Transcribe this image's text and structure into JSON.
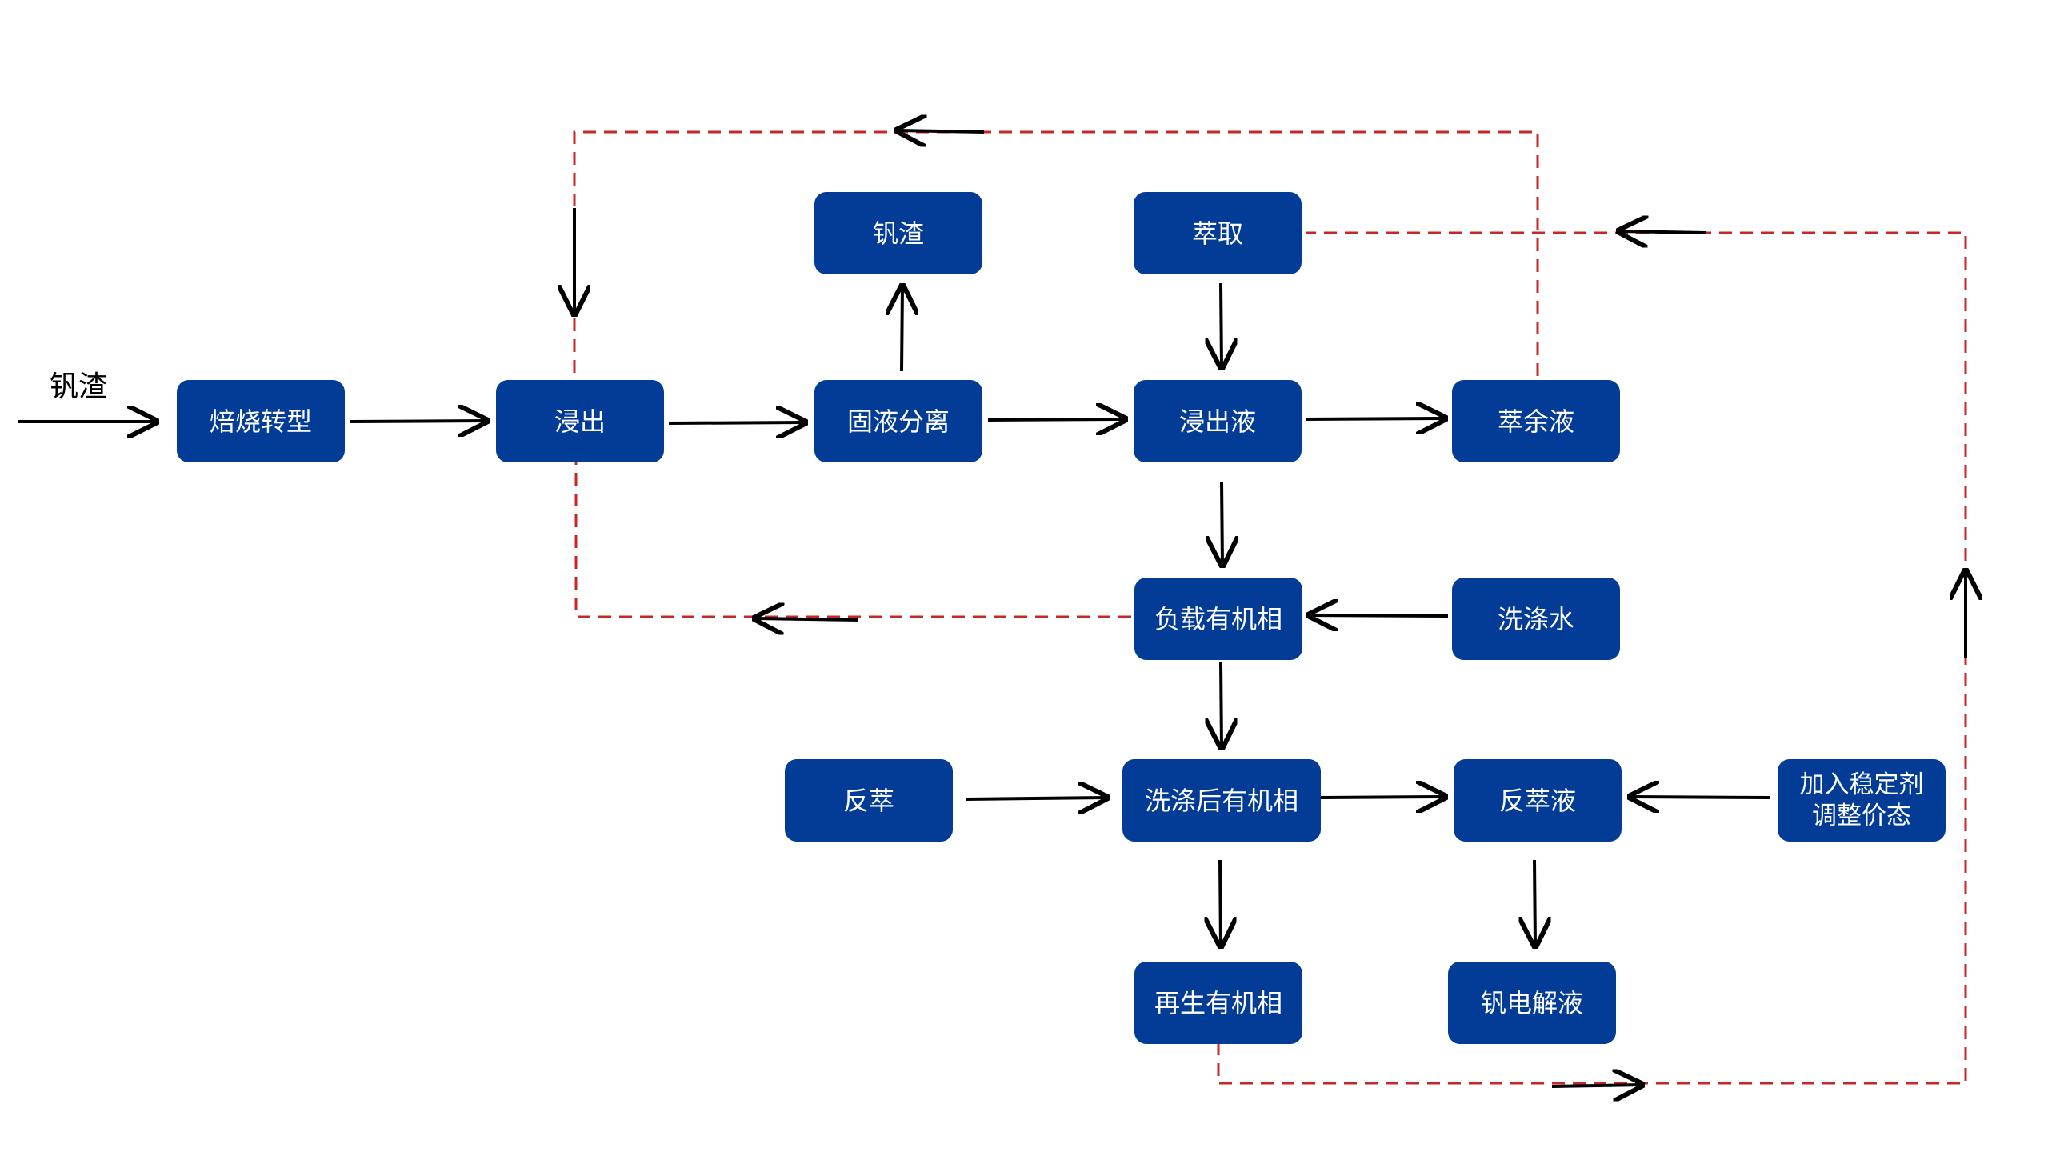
{
  "colors": {
    "node_fill": "#033c96",
    "node_text": "#ffffff",
    "arrow": "#000000",
    "recycle": "#c62828",
    "background": "#ffffff"
  },
  "diagram": {
    "input_label": "钒渣",
    "nodes": {
      "roast": "焙烧转型",
      "leach": "浸出",
      "separation": "固液分离",
      "vanadium_slag": "钒渣",
      "extraction": "萃取",
      "leachate": "浸出液",
      "raffinate": "萃余液",
      "loaded_organic": "负载有机相",
      "wash_water": "洗涤水",
      "back_extraction": "反萃",
      "washed_organic": "洗涤后有机相",
      "strip_liquor": "反萃液",
      "stabilizer": "加入稳定剂\n调整价态",
      "regenerated_organic": "再生有机相",
      "electrolyte": "钒电解液"
    }
  }
}
